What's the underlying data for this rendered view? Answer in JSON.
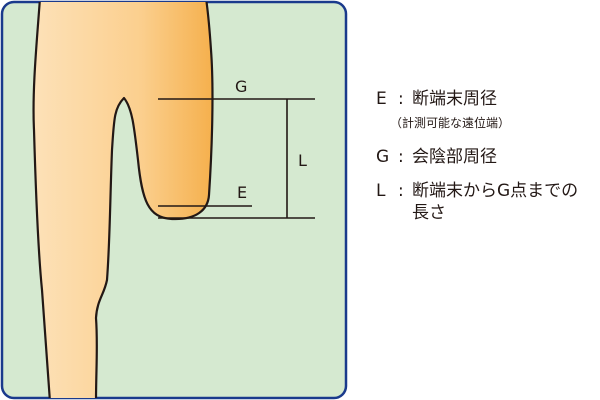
{
  "diagram": {
    "title": "Transfemoral stump measurement",
    "labels": {
      "G": "G",
      "E": "E",
      "L": "L"
    },
    "colors": {
      "background": "#d5e9d0",
      "border": "#1a3a8c",
      "skin_light": "#fde1b8",
      "skin_dark": "#f5b04d",
      "outline": "#231815"
    }
  },
  "legend": {
    "items": [
      {
        "key": "E",
        "colon": ":",
        "text": "断端末周径",
        "note": "（計測可能な遠位端）"
      },
      {
        "key": "G",
        "colon": ":",
        "text": "会陰部周径"
      },
      {
        "key": "L",
        "colon": ":",
        "text": "断端末からG点までの\n長さ"
      }
    ]
  }
}
